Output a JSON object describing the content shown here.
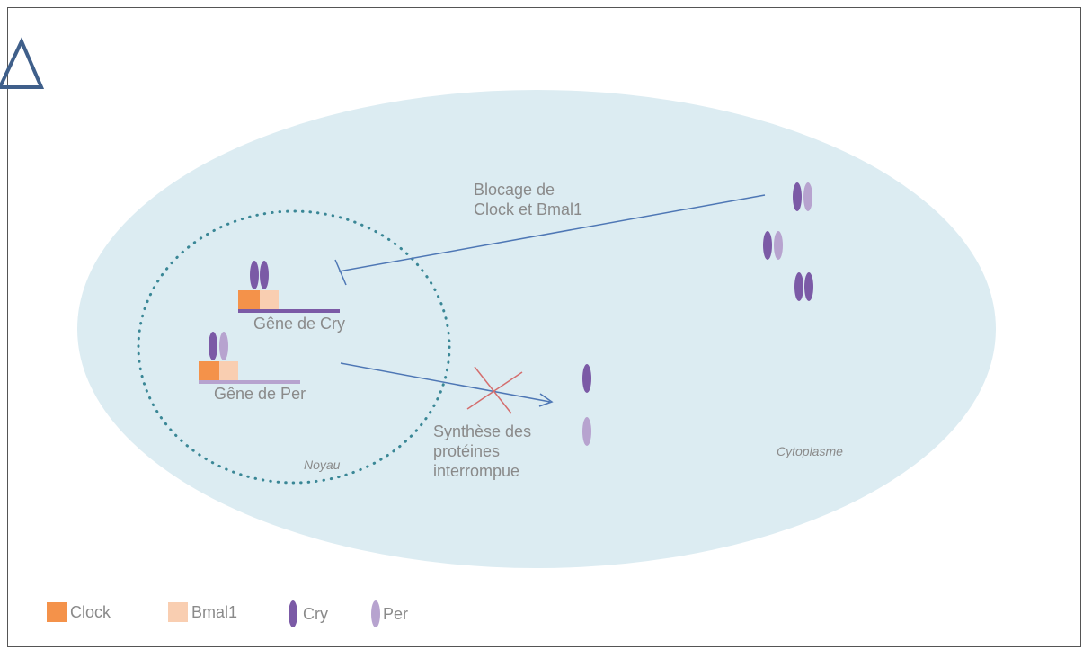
{
  "colors": {
    "background": "#ffffff",
    "cell": "#dcecf2",
    "nucleus_dots": "#3a8796",
    "clock": "#f4924a",
    "bmal1": "#f9ceb1",
    "cry": "#7b5aa6",
    "per": "#b7a3cf",
    "arrow": "#4e77b5",
    "cross": "#d46e6e",
    "label": "#8a8a8a",
    "warning_outline": "#3f5f8a"
  },
  "labels": {
    "blocking": "Blocage de\nClock et Bmal1",
    "gene_cry": "Gêne de Cry",
    "gene_per": "Gêne de Per",
    "synthesis": "Synthèse des\nprotéines\ninterrompue",
    "nucleus": "Noyau",
    "cytoplasm": "Cytoplasme"
  },
  "legend": [
    {
      "key": "clock",
      "label": "Clock",
      "shape": "square",
      "color": "#f4924a"
    },
    {
      "key": "bmal1",
      "label": "Bmal1",
      "shape": "square",
      "color": "#f9ceb1"
    },
    {
      "key": "cry",
      "label": "Cry",
      "shape": "oval",
      "color": "#7b5aa6"
    },
    {
      "key": "per",
      "label": "Per",
      "shape": "oval",
      "color": "#b7a3cf"
    }
  ],
  "icons": {
    "corner": "warning-triangle-icon"
  }
}
